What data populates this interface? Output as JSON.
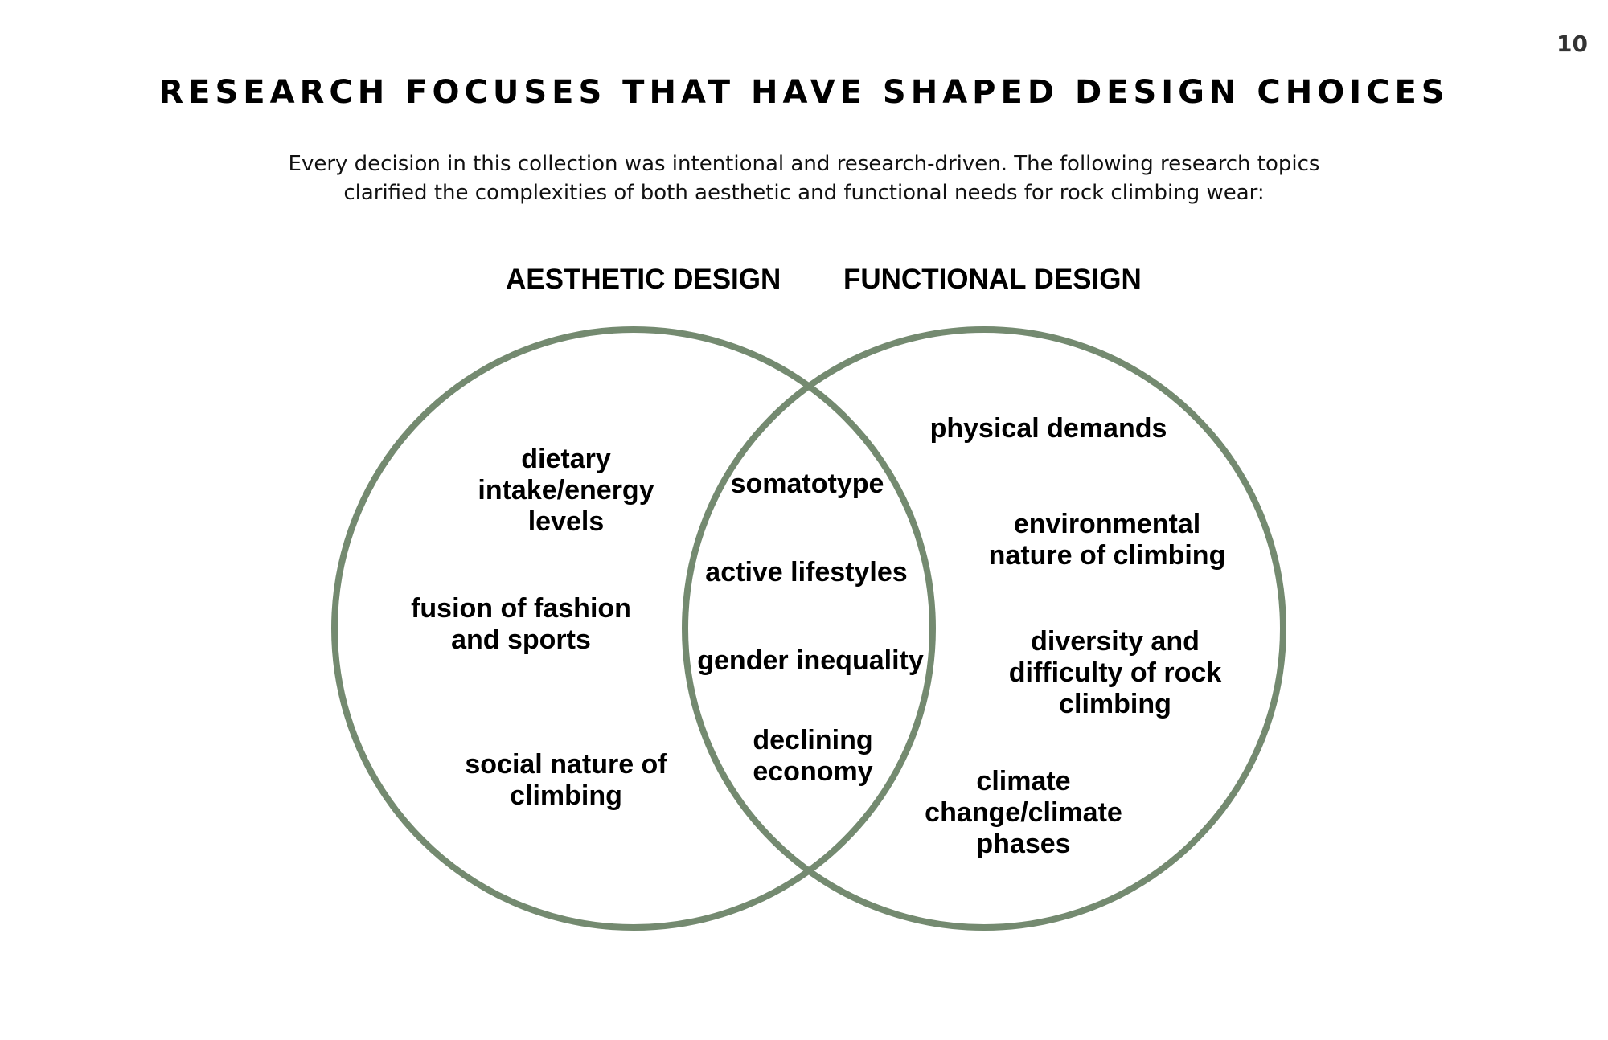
{
  "page_number": "10",
  "title": "RESEARCH FOCUSES THAT HAVE SHAPED DESIGN CHOICES",
  "subtitle": "Every decision in this collection was intentional and research-driven. The following research topics clarified the complexities of both aesthetic and functional needs for rock climbing wear:",
  "colors": {
    "circle_stroke": "#748a70",
    "text": "#000000"
  },
  "venn": {
    "left_label": "AESTHETIC DESIGN",
    "right_label": "FUNCTIONAL DESIGN",
    "left_items": [
      "dietary\nintake/energy\nlevels",
      "fusion of fashion\nand sports",
      "social nature of\nclimbing"
    ],
    "overlap_items": [
      "somatotype",
      "active lifestyles",
      "gender inequality",
      "declining\neconomy"
    ],
    "right_items": [
      "physical demands",
      "environmental\nnature of climbing",
      "diversity and\ndifficulty of rock\nclimbing",
      "climate\nchange/climate\nphases"
    ]
  }
}
